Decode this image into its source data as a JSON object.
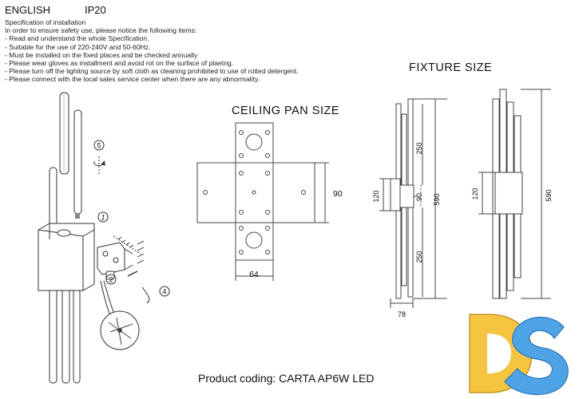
{
  "header": {
    "language": "ENGLISH",
    "ip_rating": "IP20"
  },
  "spec": {
    "heading": "Specification of installation",
    "lines": [
      "In order to ensure safety use, please notice the following items:",
      "- Read and understand the whole Specification.",
      "- Suitable for the use of 220-240V and 50-60Hz.",
      "- Must be installed on the fixed places and be checked annually",
      "- Please wear gloves as installment and avoid rot on the surface of plaetng.",
      "- Please turn off the lighitng source by soft cloth as cleaning prohibited to use of rotted detergent.",
      "- Please connect with the local sales service center when there are any abnormality."
    ]
  },
  "ceiling_pan": {
    "title": "CEILING PAN SIZE",
    "width_label": "64",
    "height_label": "90"
  },
  "fixture": {
    "title": "FIXTURE SIZE",
    "side_labels": [
      "250",
      "590",
      "120",
      "90",
      "250",
      "78"
    ],
    "front_labels": [
      "120",
      "590"
    ]
  },
  "steps": {
    "step5": "5",
    "step4": "4",
    "step1": "1",
    "step2": "2"
  },
  "footer": {
    "product_coding": "Product coding: CARTA AP6W LED"
  },
  "logo": {
    "text": "DS",
    "colors": {
      "d": "#f5c542",
      "s": "#4ea3e6"
    }
  }
}
